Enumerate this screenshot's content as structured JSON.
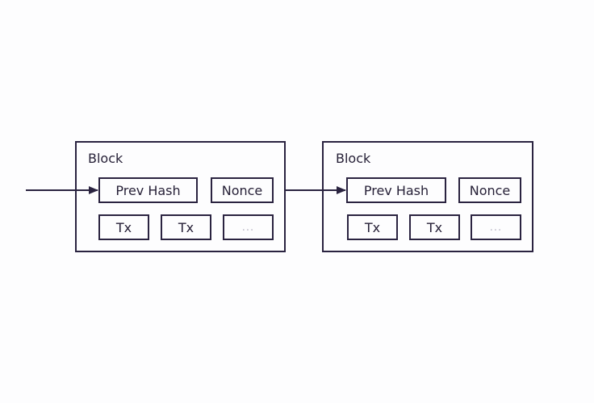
{
  "blocks": [
    {
      "title": "Block",
      "prev_hash": "Prev Hash",
      "nonce": "Nonce",
      "tx": [
        "Tx",
        "Tx",
        "..."
      ]
    },
    {
      "title": "Block",
      "prev_hash": "Prev Hash",
      "nonce": "Nonce",
      "tx": [
        "Tx",
        "Tx",
        "..."
      ]
    }
  ],
  "colors": {
    "stroke": "#2a2340",
    "text": "#251f36",
    "background": "#fdfdfe",
    "ellipsis": "#b8b4c4"
  }
}
